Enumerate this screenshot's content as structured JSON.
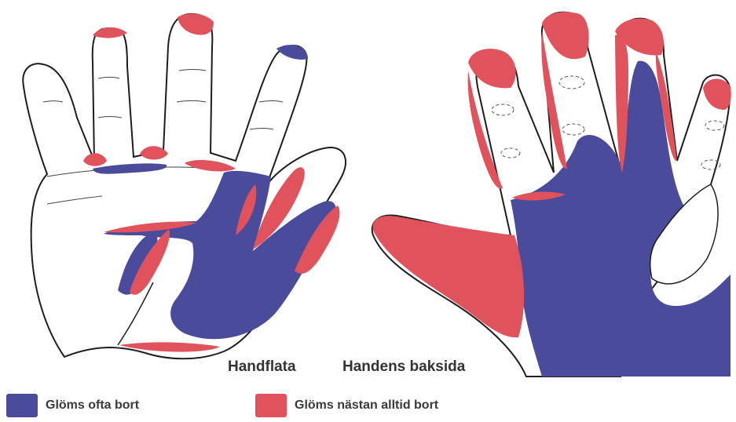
{
  "labels": {
    "palm": "Handflata",
    "back": "Handens baksida"
  },
  "legend": [
    {
      "label": "Glöms ofta bort",
      "color": "#4a4b9a"
    },
    {
      "label": "Glöms nästan alltid bort",
      "color": "#e0525c"
    }
  ],
  "colors": {
    "often": "#4a4b9a",
    "almost_always": "#e0525c",
    "outline": "#1e1e1e",
    "skin": "#ffffff"
  }
}
